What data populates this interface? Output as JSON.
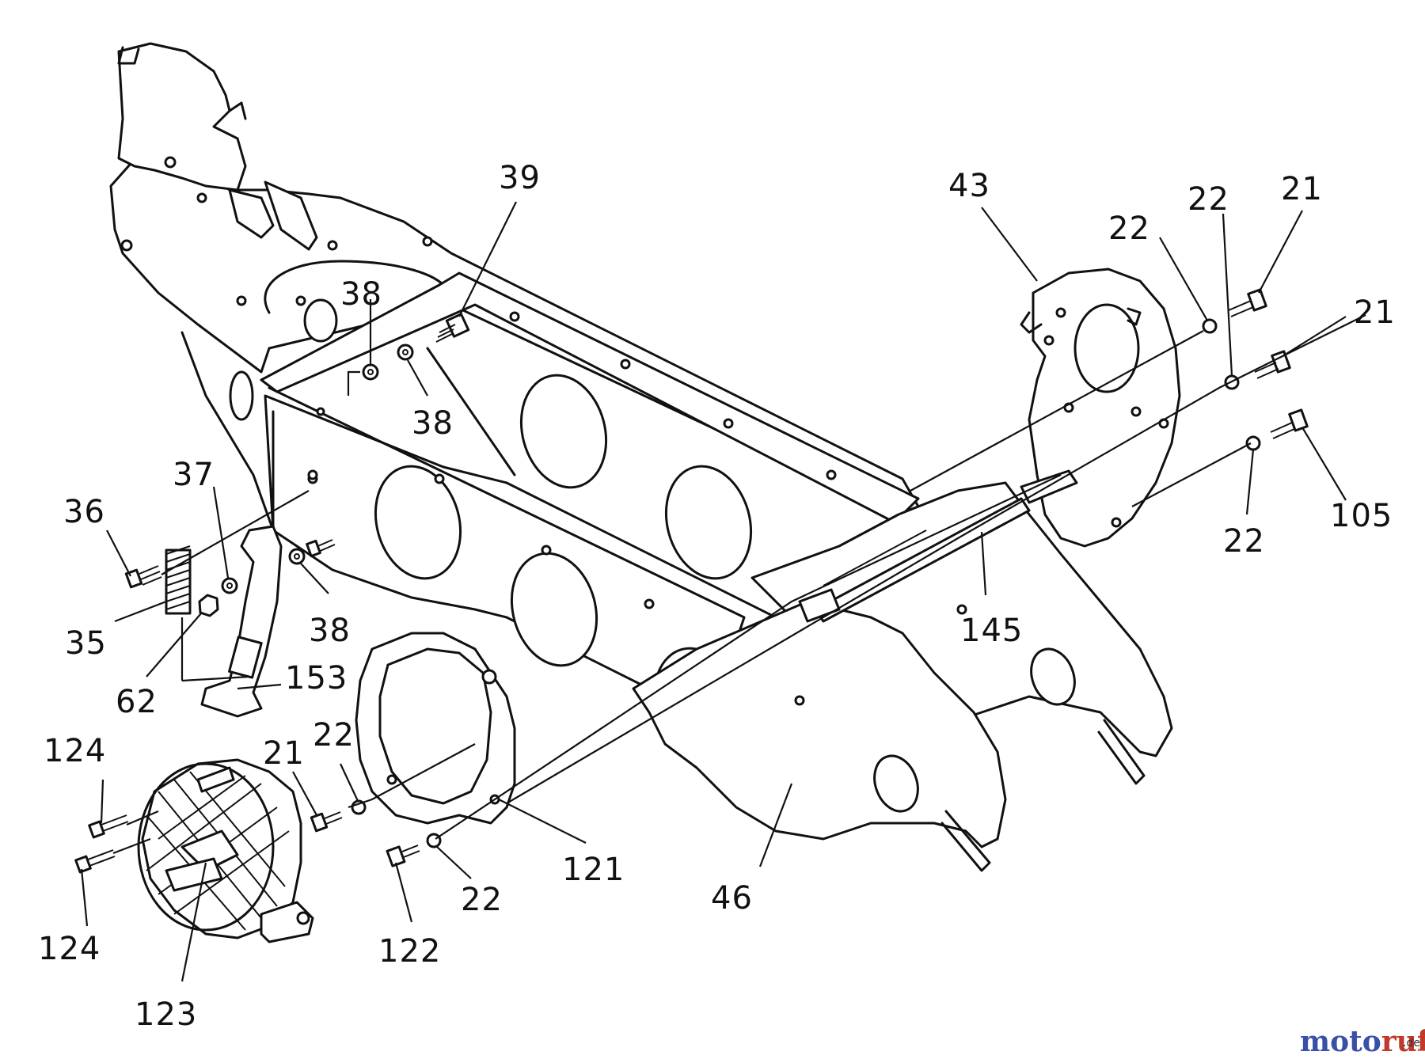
{
  "diagram": {
    "part_labels": [
      {
        "id": "p39",
        "text": "39"
      },
      {
        "id": "p43",
        "text": "43"
      },
      {
        "id": "p22a",
        "text": "22"
      },
      {
        "id": "p22b",
        "text": "22"
      },
      {
        "id": "p21a",
        "text": "21"
      },
      {
        "id": "p21b",
        "text": "21"
      },
      {
        "id": "p105",
        "text": "105"
      },
      {
        "id": "p22c",
        "text": "22"
      },
      {
        "id": "p145",
        "text": "145"
      },
      {
        "id": "p38a",
        "text": "38"
      },
      {
        "id": "p38b",
        "text": "38"
      },
      {
        "id": "p38c",
        "text": "38"
      },
      {
        "id": "p37",
        "text": "37"
      },
      {
        "id": "p36",
        "text": "36"
      },
      {
        "id": "p35",
        "text": "35"
      },
      {
        "id": "p62",
        "text": "62"
      },
      {
        "id": "p153",
        "text": "153"
      },
      {
        "id": "p124a",
        "text": "124"
      },
      {
        "id": "p124b",
        "text": "124"
      },
      {
        "id": "p123",
        "text": "123"
      },
      {
        "id": "p21c",
        "text": "21"
      },
      {
        "id": "p22d",
        "text": "22"
      },
      {
        "id": "p121",
        "text": "121"
      },
      {
        "id": "p122",
        "text": "122"
      },
      {
        "id": "p22e",
        "text": "22"
      },
      {
        "id": "p46",
        "text": "46"
      }
    ],
    "watermark": {
      "main": "motoruf",
      "suffix": ".de",
      "color_1": "#3a4fa8",
      "color_2": "#c0392b"
    }
  }
}
